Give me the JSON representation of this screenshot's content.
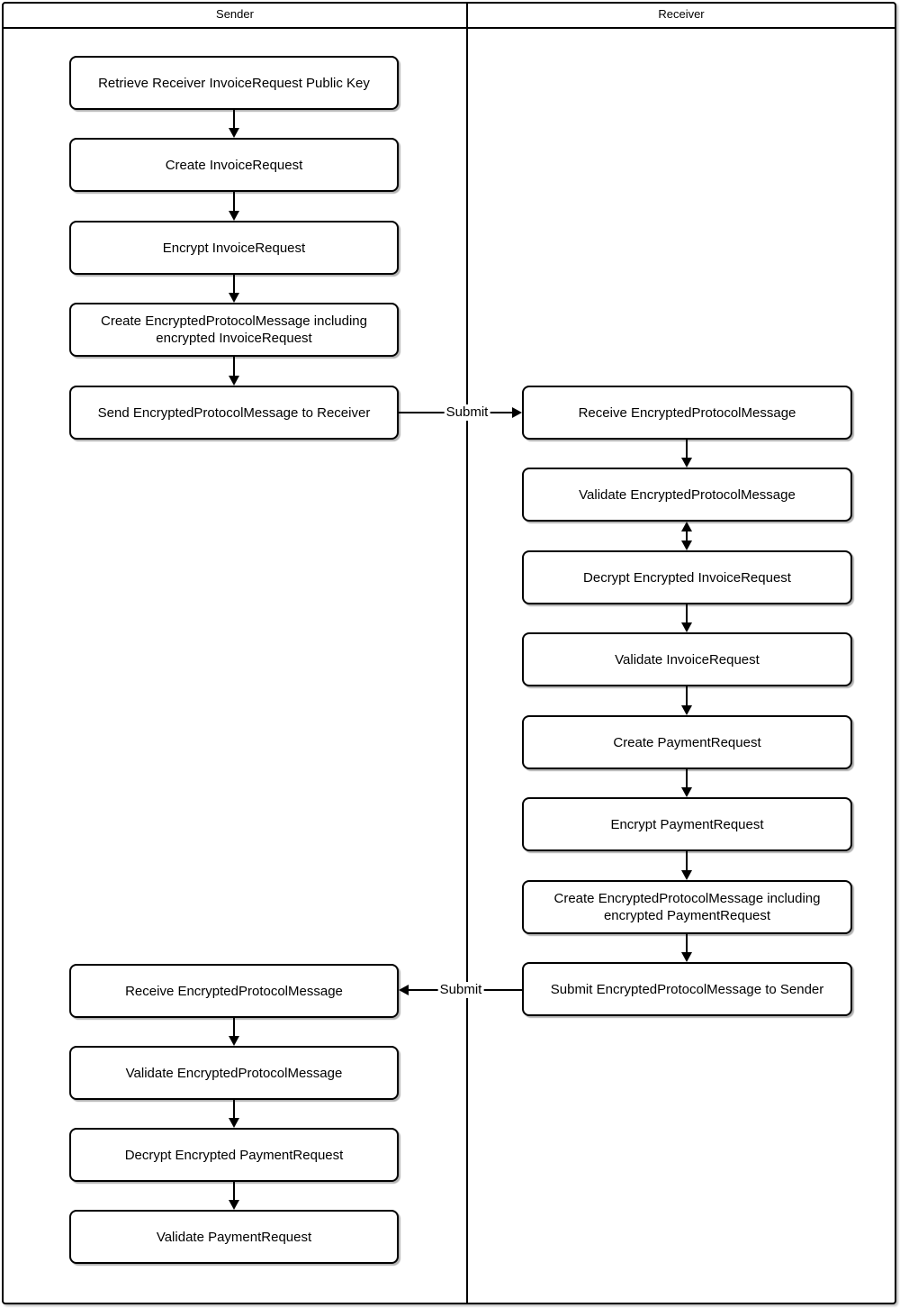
{
  "diagram_type": "swimlane-flowchart",
  "sender": {
    "label": "Sender",
    "nodes": [
      "Retrieve Receiver InvoiceRequest Public Key",
      "Create InvoiceRequest",
      "Encrypt InvoiceRequest",
      "Create EncryptedProtocolMessage including encrypted InvoiceRequest",
      "Send EncryptedProtocolMessage to Receiver",
      "Receive EncryptedProtocolMessage",
      "Validate EncryptedProtocolMessage",
      "Decrypt Encrypted PaymentRequest",
      "Validate PaymentRequest"
    ]
  },
  "receiver": {
    "label": "Receiver",
    "nodes": [
      "Receive EncryptedProtocolMessage",
      "Validate EncryptedProtocolMessage",
      "Decrypt Encrypted InvoiceRequest",
      "Validate InvoiceRequest",
      "Create PaymentRequest",
      "Encrypt PaymentRequest",
      "Create EncryptedProtocolMessage including encrypted PaymentRequest",
      "Submit EncryptedProtocolMessage to Sender"
    ]
  },
  "connectors": {
    "submit_to_receiver": "Submit",
    "submit_to_sender": "Submit"
  },
  "colors": {
    "line": "#000000",
    "node_fill": "#ffffff",
    "background": "#ffffff"
  }
}
